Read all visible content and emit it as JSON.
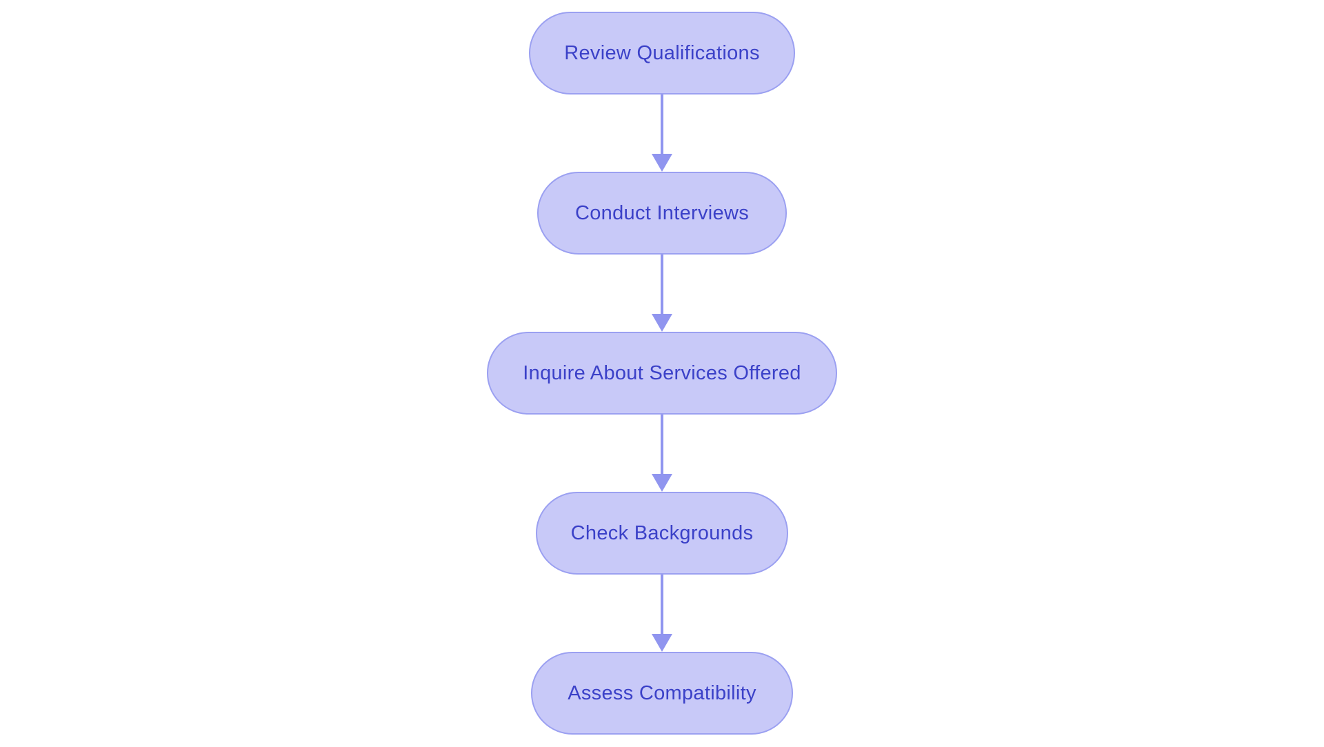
{
  "diagram": {
    "type": "flowchart",
    "direction": "top-down",
    "nodes": [
      {
        "id": "review-qualifications",
        "label": "Review Qualifications"
      },
      {
        "id": "conduct-interviews",
        "label": "Conduct Interviews"
      },
      {
        "id": "inquire-services",
        "label": "Inquire About Services Offered"
      },
      {
        "id": "check-backgrounds",
        "label": "Check Backgrounds"
      },
      {
        "id": "assess-compatibility",
        "label": "Assess Compatibility"
      }
    ],
    "edges": [
      {
        "from": "review-qualifications",
        "to": "conduct-interviews"
      },
      {
        "from": "conduct-interviews",
        "to": "inquire-services"
      },
      {
        "from": "inquire-services",
        "to": "check-backgrounds"
      },
      {
        "from": "check-backgrounds",
        "to": "assess-compatibility"
      }
    ],
    "colors": {
      "node_fill": "#c8c9f8",
      "node_border": "#9ba0f1",
      "node_text": "#3b41c8",
      "arrow": "#9095ef",
      "background": "#ffffff"
    }
  }
}
